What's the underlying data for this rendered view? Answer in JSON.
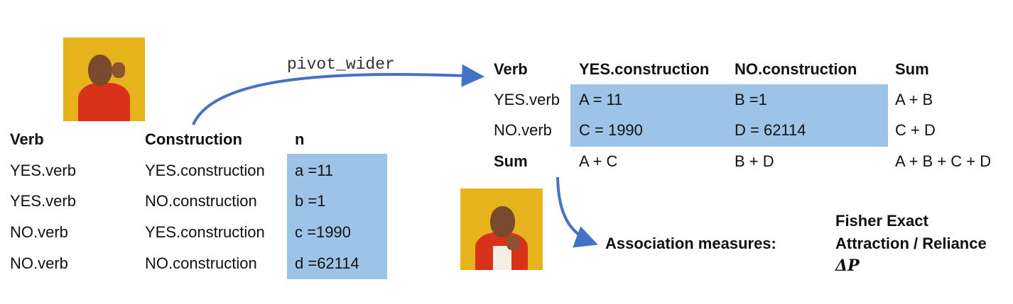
{
  "left_table": {
    "headers": [
      "Verb",
      "Construction",
      "n"
    ],
    "rows": [
      [
        "YES.verb",
        "YES.construction",
        "a =11"
      ],
      [
        "YES.verb",
        "NO.construction",
        "b =1"
      ],
      [
        "NO.verb",
        "YES.construction",
        "c =1990"
      ],
      [
        "NO.verb",
        "NO.construction",
        "d =62114"
      ]
    ]
  },
  "pivot_label": "pivot_wider",
  "right_table": {
    "headers": [
      "Verb",
      "YES.construction",
      "NO.construction",
      "Sum"
    ],
    "rows": [
      [
        "YES.verb",
        "A = 11",
        "B  =1",
        "A + B"
      ],
      [
        "NO.verb",
        "C = 1990",
        "D = 62114",
        "C + D"
      ],
      [
        "Sum",
        "A + C",
        "B + D",
        "A + B + C + D"
      ]
    ]
  },
  "association": {
    "label": "Association measures:",
    "measures": [
      "Fisher Exact",
      "Attraction / Reliance",
      "ΔP"
    ]
  },
  "colors": {
    "cell_shade": "#9dc3e6",
    "arrow": "#4472c4",
    "meme_background": "#e6b31c",
    "meme_jacket": "#d8321b"
  },
  "images": {
    "top_meme": "drake-rejecting-photo",
    "bottom_meme": "drake-approving-photo"
  }
}
